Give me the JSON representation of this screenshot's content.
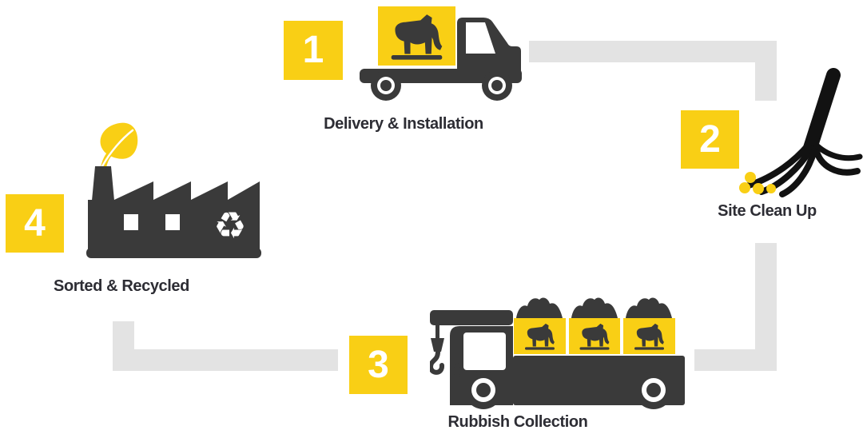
{
  "palette": {
    "yellow": "#F9CF15",
    "charcoal": "#3A3A3A",
    "black": "#121212",
    "connector_gray": "#E3E3E3",
    "text_dark": "#2D2D34",
    "white": "#FFFFFF"
  },
  "diagram": {
    "type": "process-cycle",
    "steps": [
      {
        "number": "1",
        "label": "Delivery & Installation",
        "icon": "flatbed-truck-skip-bag-icon"
      },
      {
        "number": "2",
        "label": "Site Clean Up",
        "icon": "broom-sweeping-icon"
      },
      {
        "number": "3",
        "label": "Rubbish Collection",
        "icon": "crane-truck-skip-bags-icon"
      },
      {
        "number": "4",
        "label": "Sorted & Recycled",
        "icon": "recycling-factory-icon"
      }
    ]
  }
}
